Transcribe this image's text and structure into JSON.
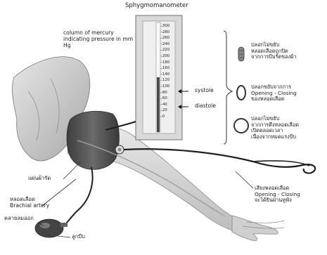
{
  "title": "Sphygmomanometer",
  "mercury_label": "column of mercury indicating pressure in mm Hg",
  "scale_ticks": [
    "300",
    "280",
    "260",
    "240",
    "220",
    "200",
    "180",
    "160",
    "140",
    "120",
    "100",
    "80",
    "60",
    "40",
    "20",
    "0"
  ],
  "systole_label": "systole",
  "diastole_label": "diastole",
  "states": [
    {
      "lines": [
        "ปลอกไม่ขยับ",
        "หลอดเลือดถูกปิด",
        "จากการบีบรัดของผ้า"
      ]
    },
    {
      "lines": [
        "ปลอกขยับจากการ",
        "Opening - Closing",
        "ของหลอดเลือด"
      ]
    },
    {
      "lines": [
        "ปลอกไม่ขยับ",
        "จากการดึงหลอดเลือด",
        "เปิดตลอดเวลา",
        "เนื่องจากหมดแรงบีบ"
      ]
    }
  ],
  "cuff_label": "แผ่นผ้ารัด",
  "artery_label": [
    "หลอดเลือด",
    "Brachial artery"
  ],
  "valve_label": "คลายลมออก",
  "bulb_label": "ลูกบีบ",
  "sound_label": [
    "เสียงหลอดเลือด",
    "Opening - Closing",
    "จะได้ยินผ่านหูฟัง"
  ],
  "colors": {
    "mercury": "#4a4a4a",
    "skin": "#d6d6d6",
    "cuff": "#5a5a5a"
  }
}
